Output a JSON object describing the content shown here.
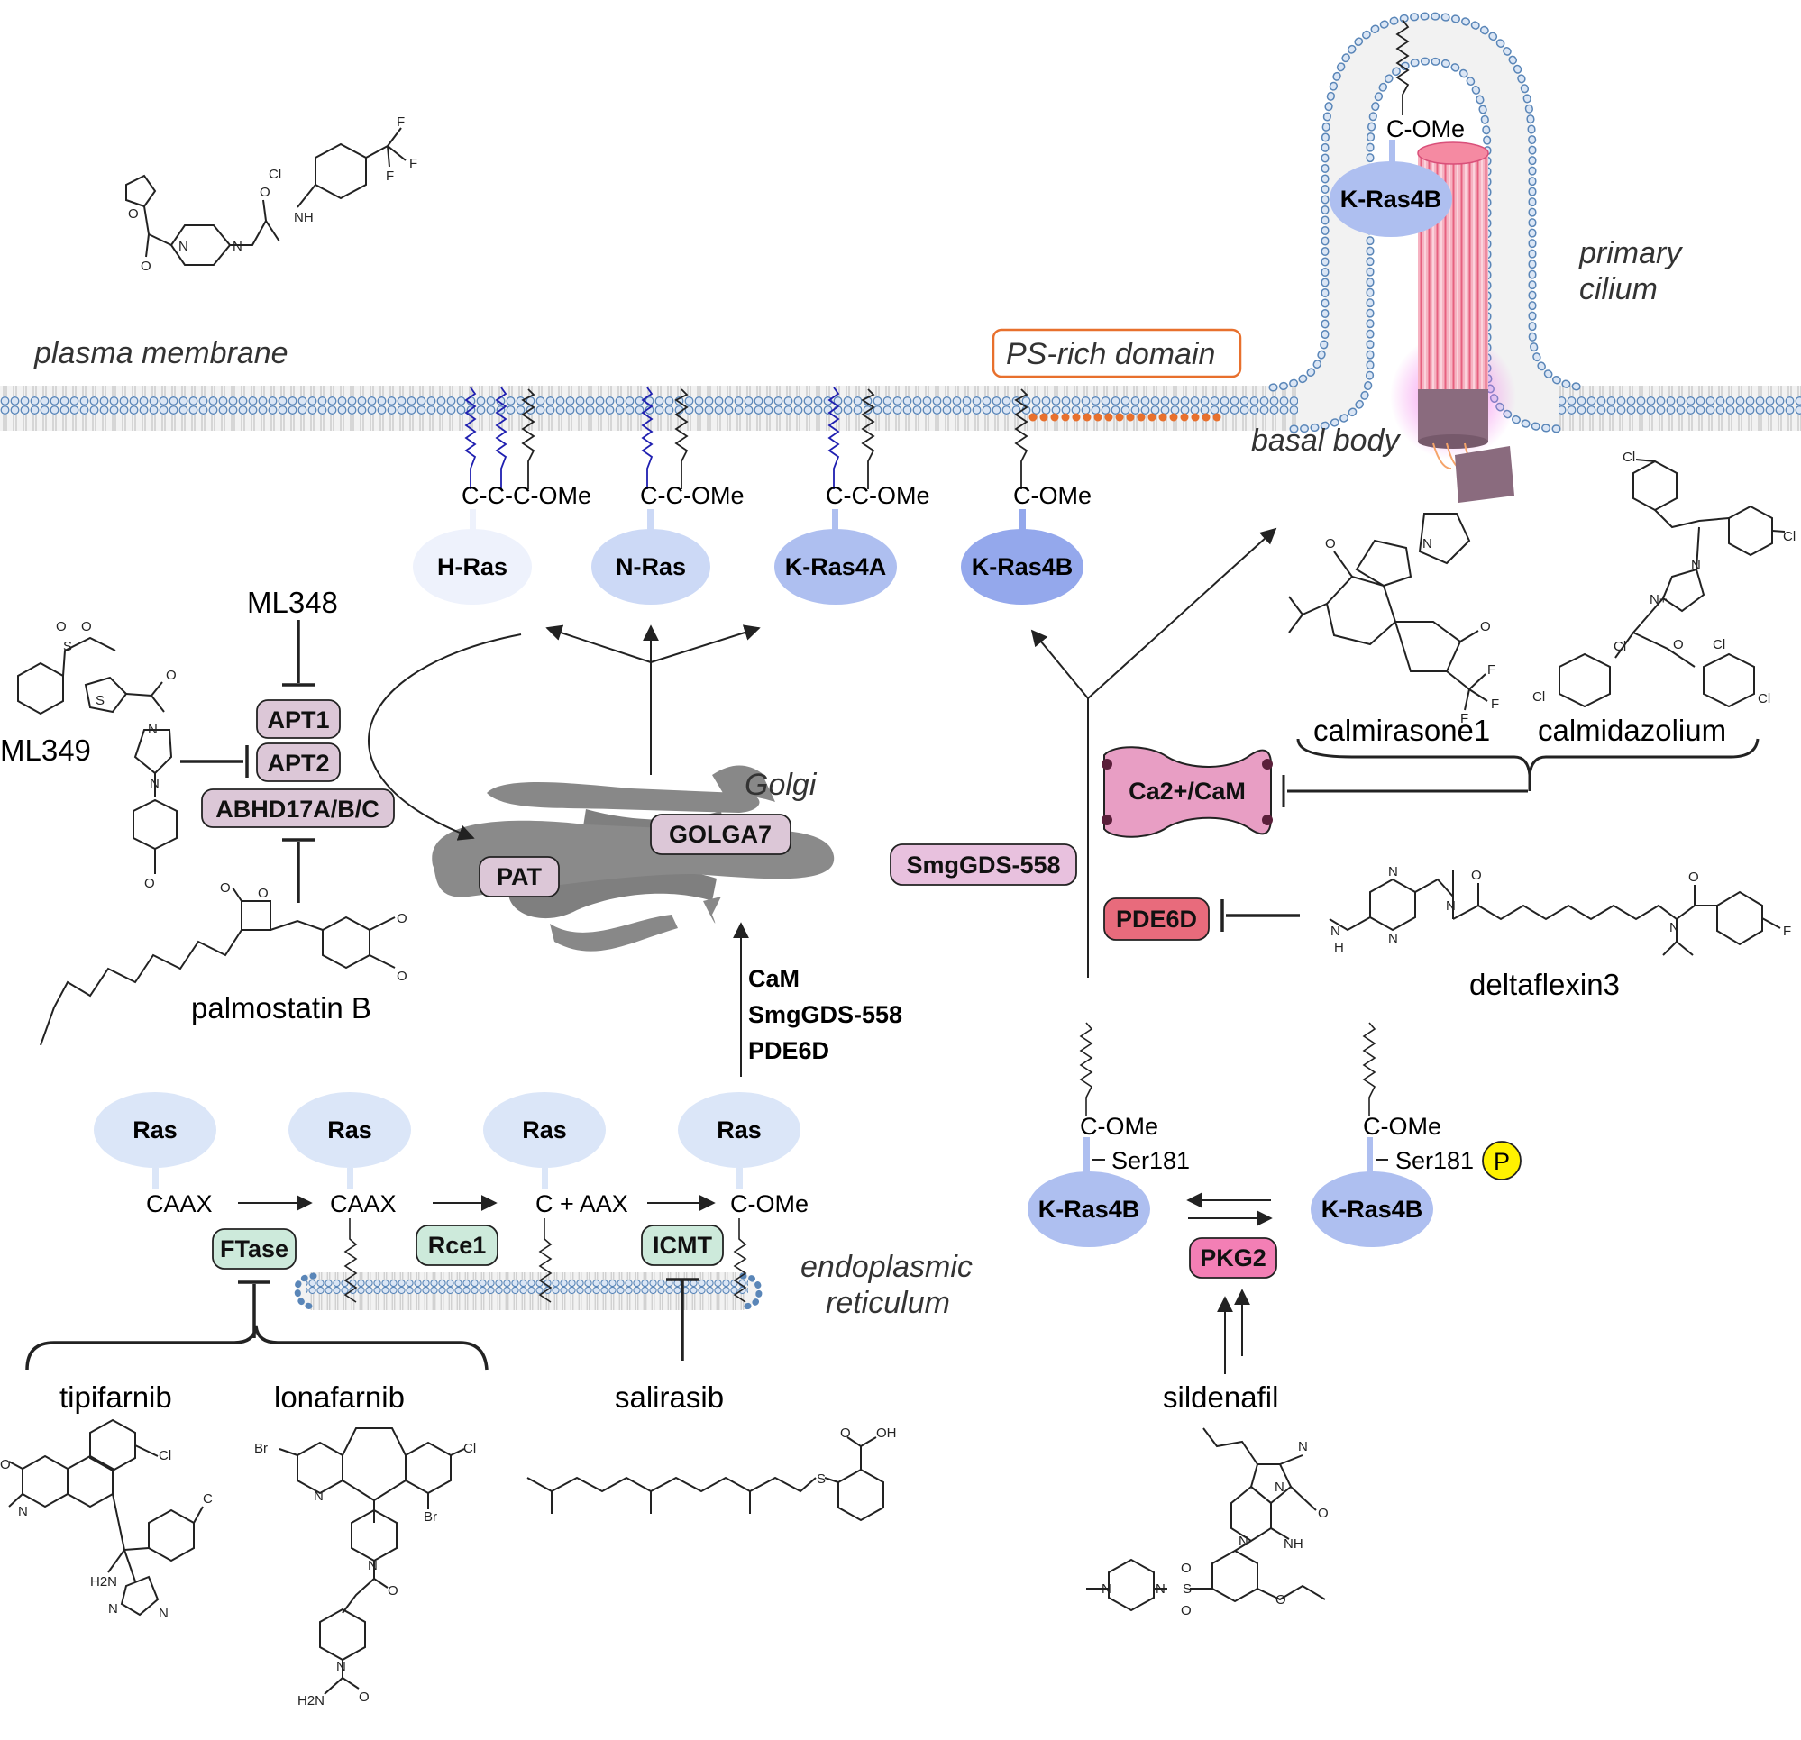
{
  "membranes": {
    "plasma_membrane": "plasma membrane",
    "ps_rich_domain": "PS-rich domain",
    "primary_cilium_1": "primary",
    "primary_cilium_2": "cilium",
    "basal_body": "basal body",
    "golgi": "Golgi",
    "er_1": "endoplasmic",
    "er_2": "reticulum"
  },
  "membrane_ras": [
    {
      "name": "H-Ras",
      "linker": "C-C-C-OMe",
      "color": "#eef2fc"
    },
    {
      "name": "N-Ras",
      "linker": "C-C-OMe",
      "color": "#ccd9f6"
    },
    {
      "name": "K-Ras4A",
      "linker": "C-C-OMe",
      "color": "#aebff0"
    },
    {
      "name": "K-Ras4B",
      "linker": "C-OMe",
      "color": "#94a8ec"
    }
  ],
  "cilium_ras": {
    "name": "K-Ras4B",
    "linker": "C-OMe"
  },
  "enzymes": {
    "apt1": "APT1",
    "apt2": "APT2",
    "abhd17": "ABHD17A/B/C",
    "golga7": "GOLGA7",
    "pat": "PAT",
    "smggds_box": "SmgGDS-558",
    "cam": "Ca2+/CaM",
    "pde6d": "PDE6D",
    "ftase": "FTase",
    "rce1": "Rce1",
    "icmt": "ICMT",
    "pkg2": "PKG2"
  },
  "chaperones": [
    "CaM",
    "SmgGDS-558",
    "PDE6D"
  ],
  "er_pathway": {
    "ras": "Ras",
    "steps": [
      "CAAX",
      "CAAX",
      "C + AAX",
      "C-OMe"
    ]
  },
  "phospho": {
    "left_linker": "C-OMe",
    "left_site": "Ser181",
    "left_name": "K-Ras4B",
    "right_linker": "C-OMe",
    "right_site": "Ser181",
    "right_name": "K-Ras4B",
    "phospho_badge": "P"
  },
  "drugs": {
    "ml348": "ML348",
    "ml349": "ML349",
    "palmostatin": "palmostatin B",
    "calmirasone": "calmirasone1",
    "calmidazolium": "calmidazolium",
    "deltaflexin": "deltaflexin3",
    "tipifarnib": "tipifarnib",
    "lonafarnib": "lonafarnib",
    "salirasib": "salirasib",
    "sildenafil": "sildenafil"
  },
  "chem_atoms": {
    "ml348_cl": "Cl",
    "ml348_f1": "F",
    "ml348_f2": "F",
    "ml348_f3": "F",
    "ml348_nh": "NH",
    "ml348_n1": "N",
    "ml348_n2": "N",
    "ml348_o": "O",
    "ml348_o2": "O",
    "ml348_o3": "O",
    "ml349_o1": "O",
    "ml349_s1": "S",
    "ml349_o2": "O",
    "ml349_s2": "S",
    "ml349_o3": "O",
    "ml349_n1": "N",
    "ml349_n2": "N",
    "ml349_o4": "O",
    "palm_o1": "O",
    "palm_o2": "O",
    "palm_o3": "O",
    "palm_o4": "O",
    "calmir_o1": "O",
    "calmir_n": "N",
    "calmir_o2": "O",
    "calmir_f1": "F",
    "calmir_f2": "F",
    "calmir_f3": "F",
    "calmid_cl1": "Cl",
    "calmid_cl2": "Cl",
    "calmid_n1": "N",
    "calmid_n2": "N+",
    "calmid_cl3": "Cl",
    "calmid_cl4": "Cl",
    "calmid_cl5": "Cl",
    "calmid_cl6": "Cl",
    "calmid_o": "O",
    "delta_n1": "N",
    "delta_n2": "N",
    "delta_nh": "N",
    "delta_h": "H",
    "delta_n3": "N",
    "delta_o1": "O",
    "delta_n4": "N",
    "delta_o2": "O",
    "delta_f": "F",
    "tipi_o": "O",
    "tipi_n1": "N",
    "tipi_cl1": "Cl",
    "tipi_c": "C",
    "tipi_h2n": "H2N",
    "tipi_n2": "N",
    "tipi_n3": "N",
    "lona_br1": "Br",
    "lona_cl": "Cl",
    "lona_n1": "N",
    "lona_br2": "Br",
    "lona_n2": "N",
    "lona_o": "O",
    "lona_n3": "N",
    "lona_h2n": "H2N",
    "lona_o2": "O",
    "sali_o": "O",
    "sali_oh": "OH",
    "sali_s": "S",
    "sild_n1": "N",
    "sild_n2": "N",
    "sild_o1": "O",
    "sild_nh": "NH",
    "sild_n3": "N",
    "sild_n4": "N",
    "sild_n5": "N",
    "sild_s": "S",
    "sild_o2": "O",
    "sild_o3": "O",
    "sild_o4": "O"
  }
}
